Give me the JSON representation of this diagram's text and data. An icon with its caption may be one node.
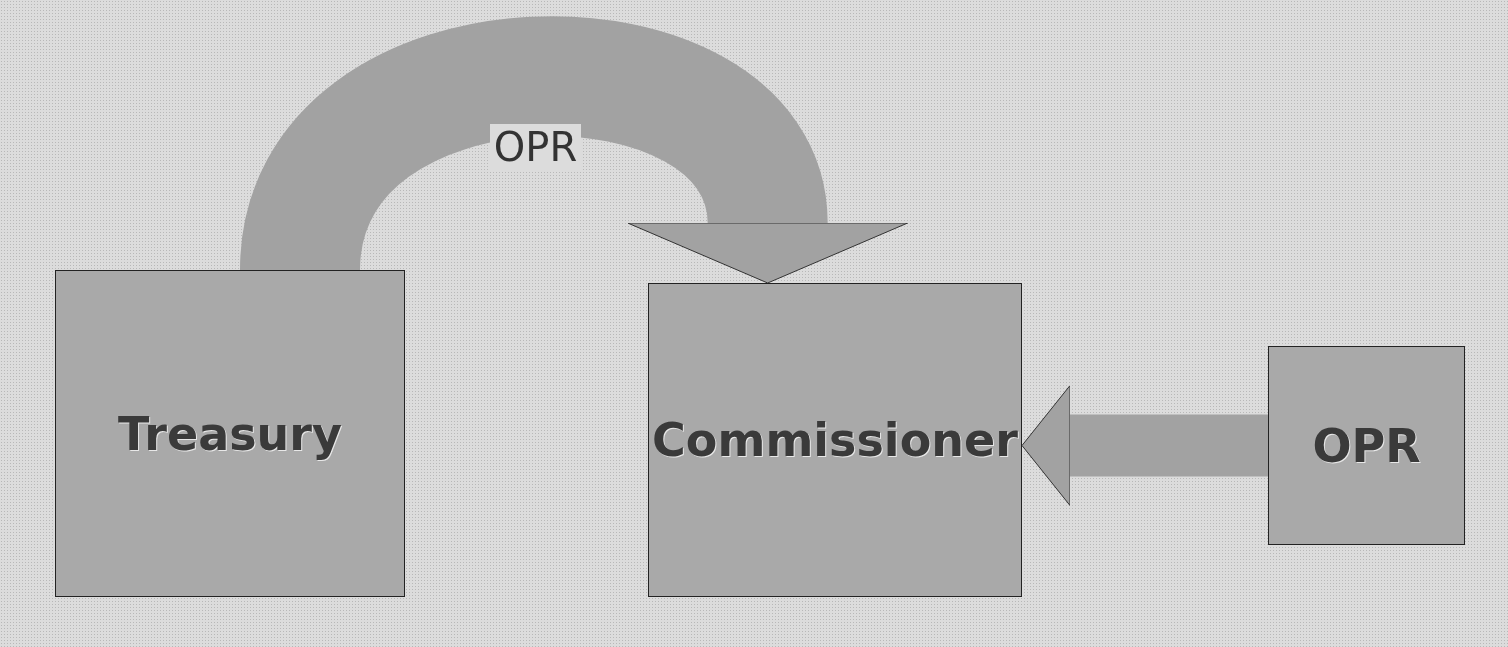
{
  "diagram": {
    "nodes": [
      {
        "text": [
          "Treasury"
        ]
      },
      {
        "text": [
          "Commissioner"
        ]
      },
      {
        "text": [
          "OPR"
        ]
      }
    ],
    "edges": [
      {
        "from": 0,
        "to": 1,
        "arrow": "to",
        "label": "OPR",
        "style": "thick"
      },
      {
        "from": 2,
        "to": 1,
        "arrow": "to"
      }
    ]
  }
}
